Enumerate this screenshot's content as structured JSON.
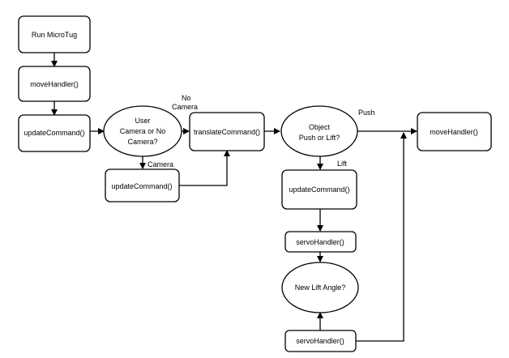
{
  "nodes": {
    "run_microtug": "Run MicroTug",
    "move_handler_1": "moveHandler()",
    "update_command_1": "updateCommand()",
    "decision_user_line1": "User",
    "decision_user_line2": "Camera or No",
    "decision_user_line3": "Camera?",
    "update_command_2": "updateCommand()",
    "translate_command": "translateCommand()",
    "decision_object_line1": "Object",
    "decision_object_line2": "Push or Lift?",
    "update_command_3": "updateCommand()",
    "servo_handler_1": "servoHandler()",
    "decision_lift_angle": "New Lift Angle?",
    "servo_handler_2": "servoHandler()",
    "move_handler_2": "moveHandler()"
  },
  "edge_labels": {
    "no_camera_line1": "No",
    "no_camera_line2": "Camera",
    "camera": "Camera",
    "push": "Push",
    "lift": "Lift"
  },
  "colors": {
    "stroke": "#000000",
    "fill": "#ffffff"
  }
}
